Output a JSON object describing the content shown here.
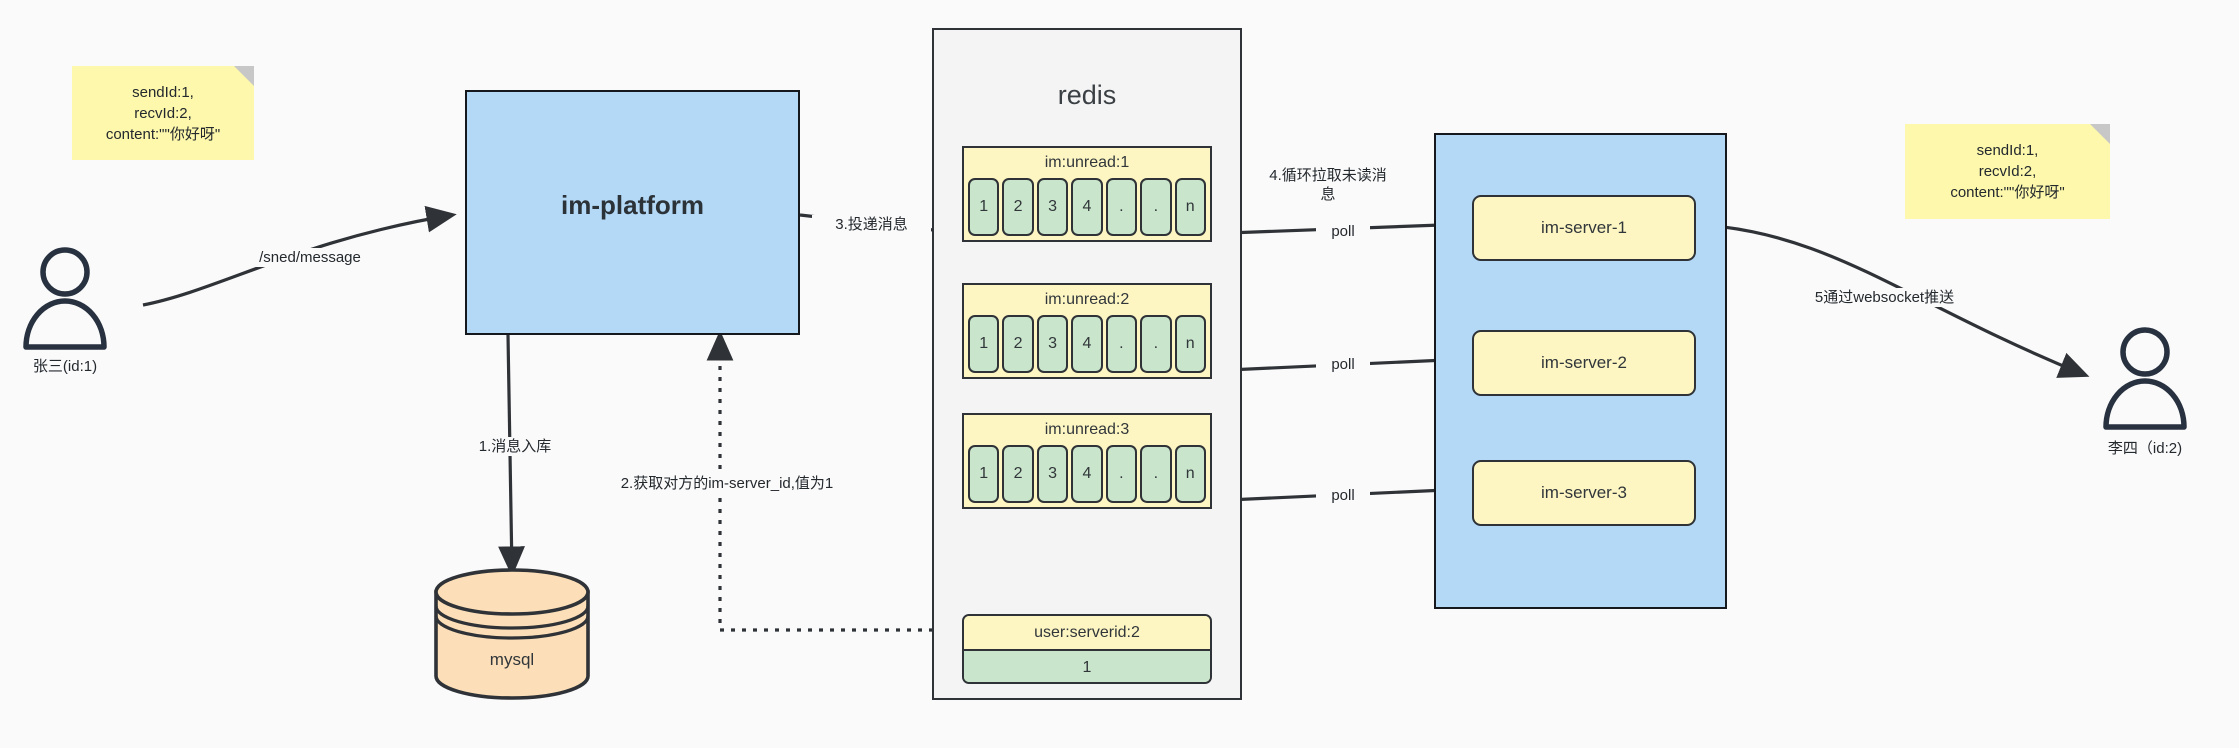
{
  "diagram": {
    "title": "IM message delivery architecture",
    "colors": {
      "background": "#fafafa",
      "note_yellow": "#fdf8ab",
      "box_blue": "#b3d9f7",
      "container_gray": "#f4f4f4",
      "list_yellow": "#fdf6c3",
      "cell_green": "#c9e5cb",
      "db_orange": "#fcdfb8",
      "stroke_dark": "#2f3337",
      "actor_navy": "#27313f"
    }
  },
  "notes": {
    "left": "sendId:1,\nrecvId:2,\ncontent:\"\"你好呀\"",
    "right": "sendId:1,\nrecvId:2,\ncontent:\"\"你好呀\""
  },
  "actors": {
    "sender": {
      "icon": "user-icon",
      "label": "张三(id:1)"
    },
    "receiver": {
      "icon": "user-icon",
      "label": "李四（id:2)"
    }
  },
  "platform": {
    "label": "im-platform"
  },
  "database": {
    "icon": "database-cylinder-icon",
    "label": "mysql"
  },
  "redis": {
    "title": "redis",
    "lists": [
      {
        "key": "im:unread:1",
        "cells": [
          "1",
          "2",
          "3",
          "4",
          ".",
          ".",
          "n"
        ]
      },
      {
        "key": "im:unread:2",
        "cells": [
          "1",
          "2",
          "3",
          "4",
          ".",
          ".",
          "n"
        ]
      },
      {
        "key": "im:unread:3",
        "cells": [
          "1",
          "2",
          "3",
          "4",
          ".",
          ".",
          "n"
        ]
      }
    ],
    "kv": {
      "key": "user:serverid:2",
      "value": "1"
    }
  },
  "server_cluster": {
    "servers": [
      {
        "label": "im-server-1"
      },
      {
        "label": "im-server-2"
      },
      {
        "label": "im-server-3"
      }
    ]
  },
  "edge_labels": {
    "send_message": "/sned/message",
    "step1": "1.消息入库",
    "step2": "2.获取对方的im-server_id,值为1",
    "step3": "3.投递消息",
    "step4": "4.循环拉取未读消\n息",
    "poll1": "poll",
    "poll2": "poll",
    "poll3": "poll",
    "step5": "5通过websocket推送"
  }
}
